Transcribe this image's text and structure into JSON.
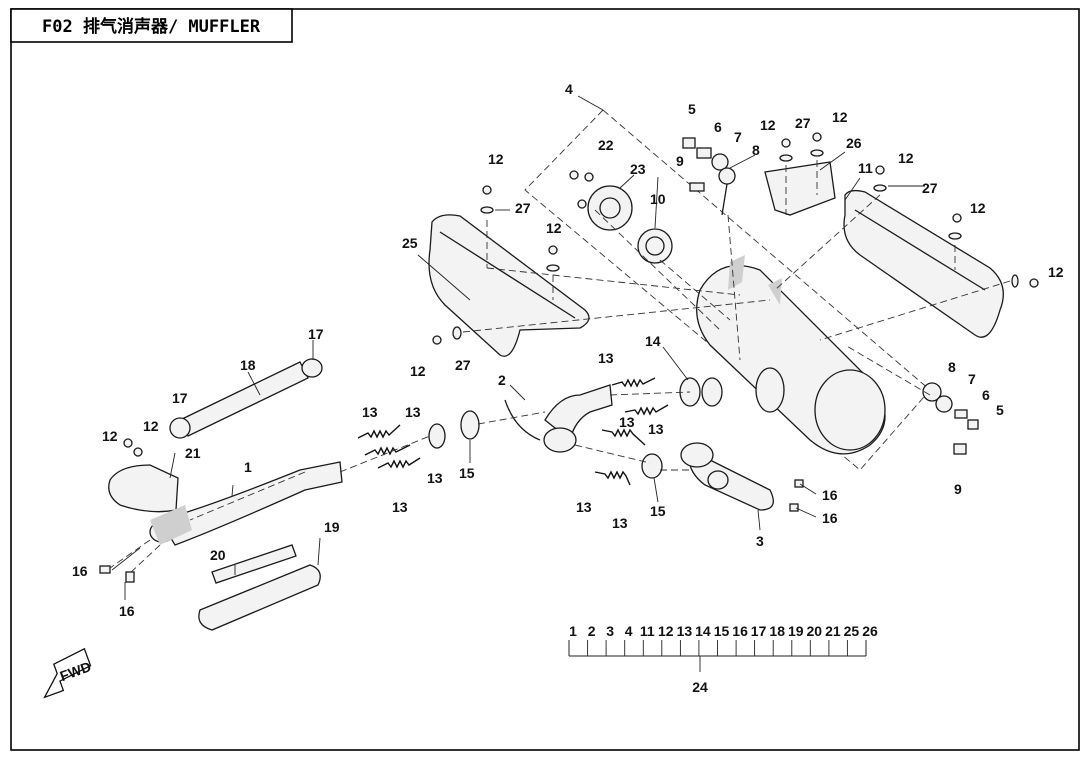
{
  "title": "F02 排气消声器/ MUFFLER",
  "fwd_label": "FWD",
  "labels": {
    "n1": "1",
    "n2": "2",
    "n3": "3",
    "n4": "4",
    "n5": "5",
    "n6": "6",
    "n7": "7",
    "n8": "8",
    "n9": "9",
    "n10": "10",
    "n11": "11",
    "n12": "12",
    "n13": "13",
    "n14": "14",
    "n15": "15",
    "n16": "16",
    "n17": "17",
    "n18": "18",
    "n19": "19",
    "n20": "20",
    "n21": "21",
    "n22": "22",
    "n23": "23",
    "n24": "24",
    "n25": "25",
    "n26": "26",
    "n27": "27"
  },
  "assembly_24_parts": [
    "1",
    "2",
    "3",
    "4",
    "11",
    "12",
    "13",
    "14",
    "15",
    "16",
    "17",
    "18",
    "19",
    "20",
    "21",
    "25",
    "26"
  ],
  "assembly_24_label": "24"
}
